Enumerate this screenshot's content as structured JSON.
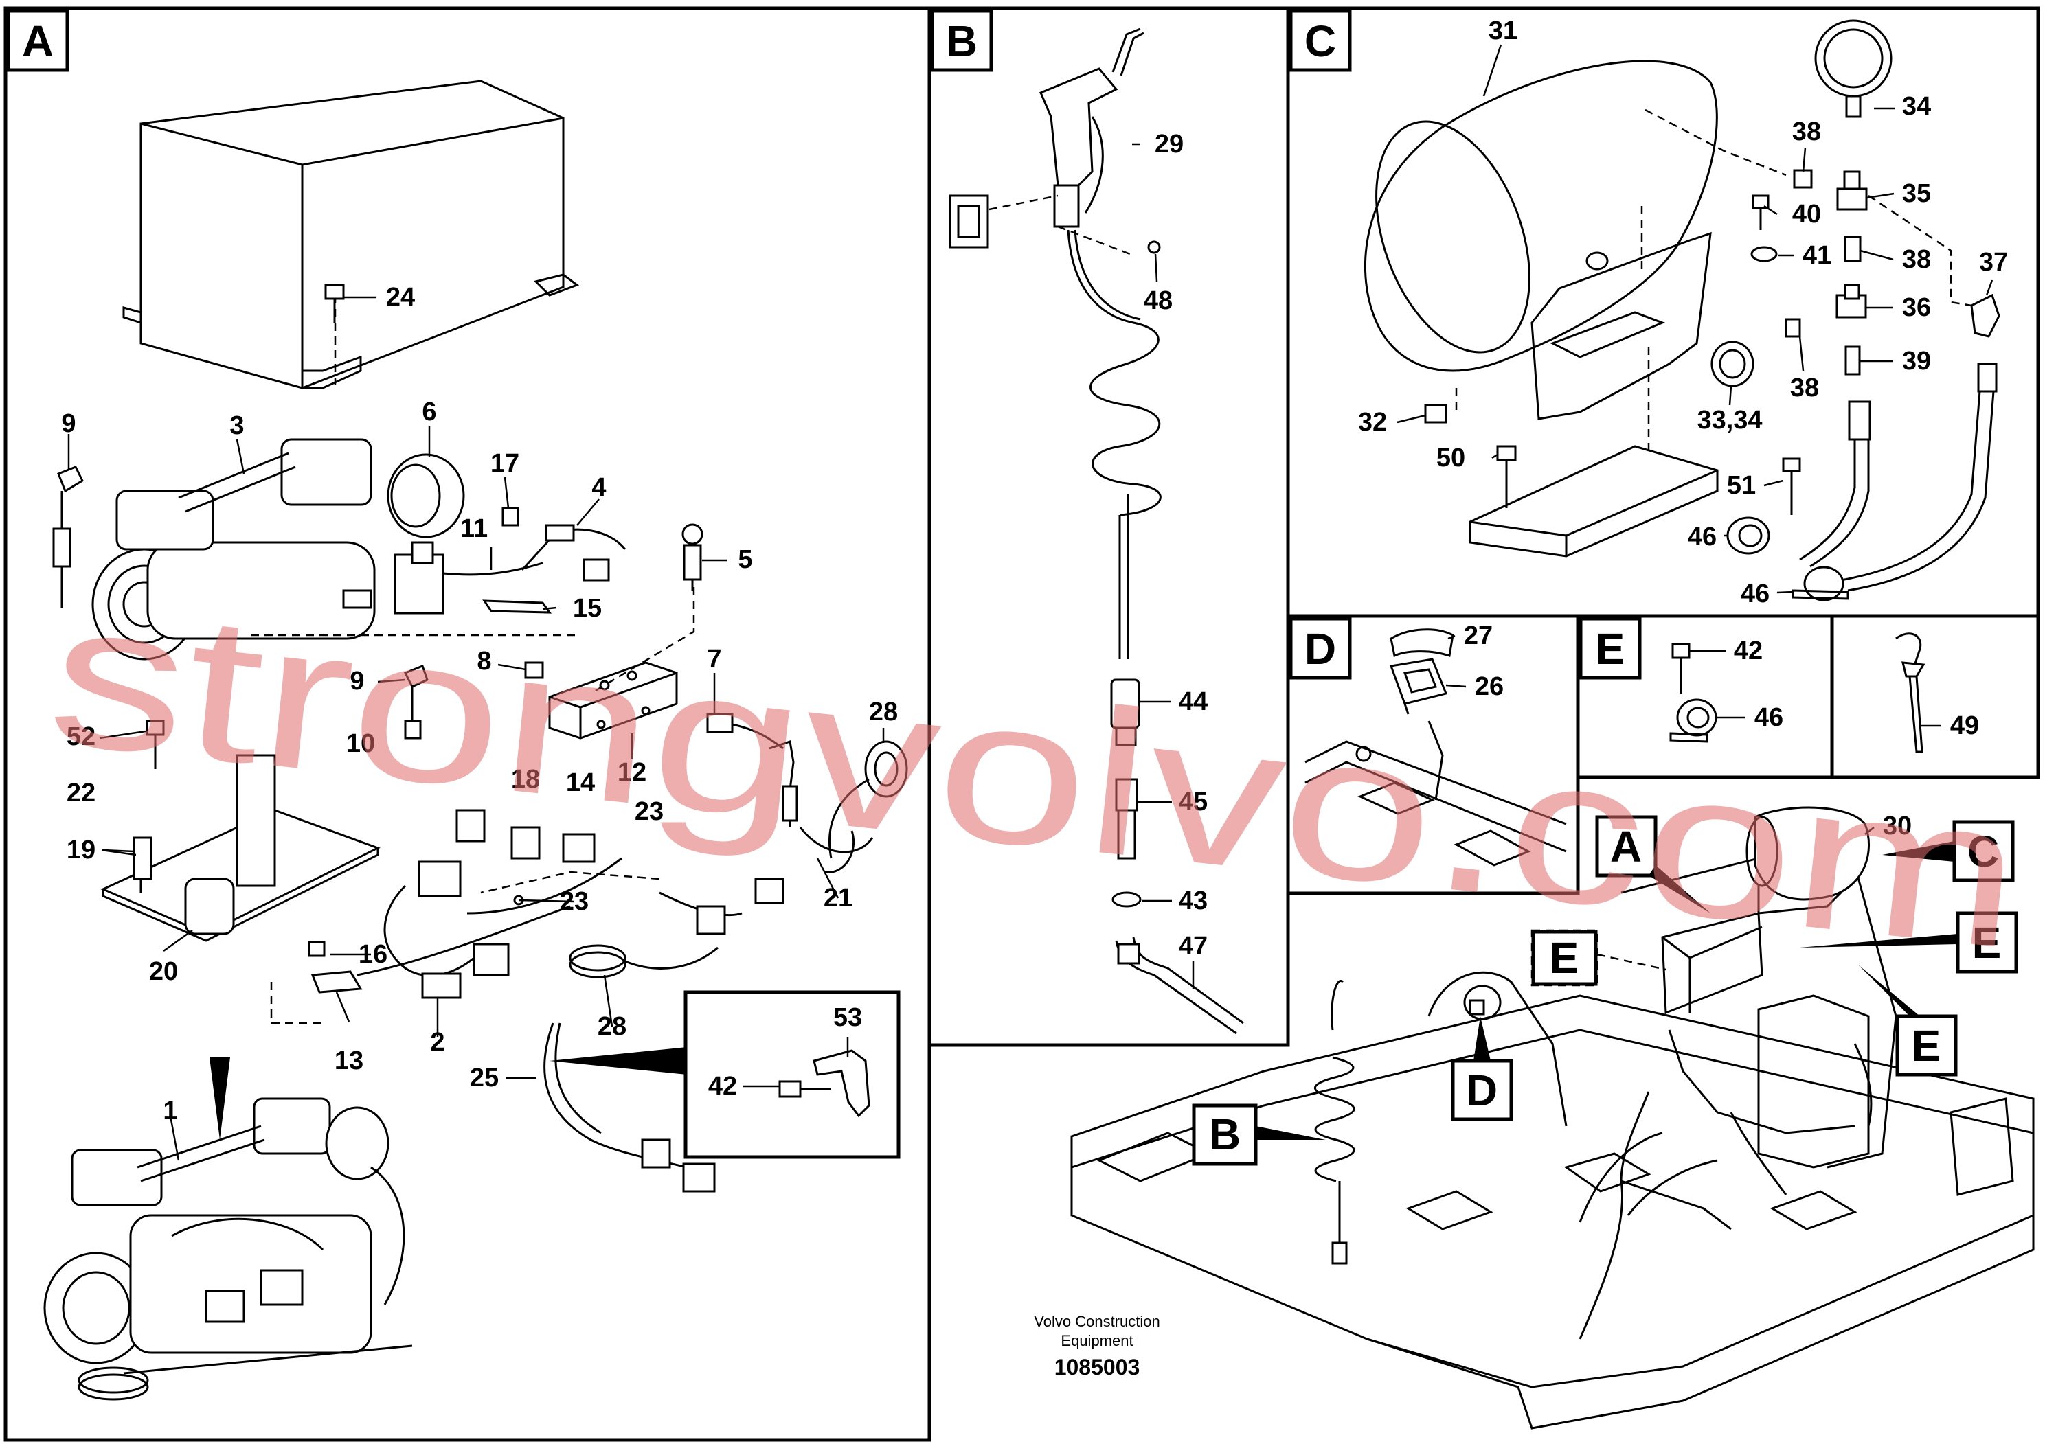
{
  "panels": [
    {
      "id": "A",
      "label": "A"
    },
    {
      "id": "B",
      "label": "B"
    },
    {
      "id": "C",
      "label": "C"
    },
    {
      "id": "D",
      "label": "D"
    },
    {
      "id": "E",
      "label": "E"
    }
  ],
  "overview_labels": [
    "A",
    "B",
    "C",
    "D",
    "E",
    "E",
    "E"
  ],
  "callouts": {
    "A": [
      "24",
      "9",
      "3",
      "6",
      "17",
      "4",
      "11",
      "5",
      "15",
      "8",
      "7",
      "9",
      "10",
      "12",
      "28",
      "52",
      "22",
      "19",
      "18",
      "14",
      "23",
      "23",
      "21",
      "16",
      "20",
      "13",
      "2",
      "28",
      "25",
      "53",
      "42",
      "1"
    ],
    "B": [
      "29",
      "48",
      "44",
      "45",
      "43",
      "47"
    ],
    "C": [
      "31",
      "34",
      "38",
      "35",
      "40",
      "41",
      "38",
      "37",
      "36",
      "39",
      "38",
      "32",
      "33,34",
      "50",
      "51",
      "46",
      "46"
    ],
    "D": [
      "27",
      "26"
    ],
    "E": [
      "42",
      "46"
    ],
    "E2": [
      "49"
    ],
    "overview": [
      "30"
    ]
  },
  "credit_line1": "Volvo Construction",
  "credit_line2": "Equipment",
  "doc_number": "1085003",
  "watermark": "strongvolvo.com",
  "colors": {
    "watermark": "#e06b6b",
    "line": "#000000",
    "background": "#ffffff"
  }
}
